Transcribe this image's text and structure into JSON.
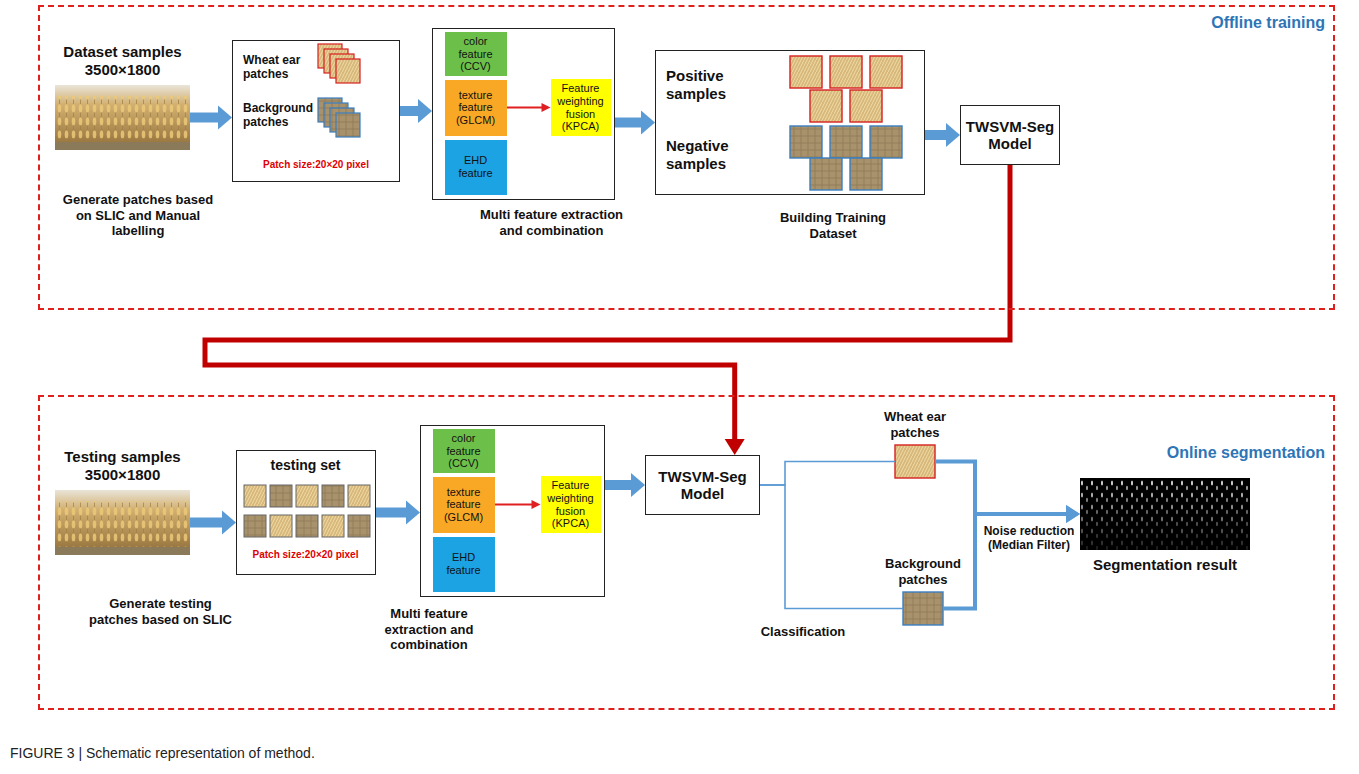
{
  "diagram": {
    "caption": "FIGURE 3 | Schematic representation of method.",
    "nodes": [
      {
        "text": [
          "Offline training"
        ]
      },
      {
        "text": [
          "Dataset samples 3500×1800"
        ],
        "in": 0
      },
      {
        "text": [
          "Wheat ear patches",
          "Background patches",
          "Patch size:20×20 pixel"
        ],
        "in": 0
      },
      {
        "text": [
          "Multi feature extraction and combination"
        ],
        "in": 0
      },
      {
        "text": [
          "color feature (CCV)"
        ],
        "in": 3
      },
      {
        "text": [
          "texture feature (GLCM)"
        ],
        "in": 3
      },
      {
        "text": [
          "EHD feature"
        ],
        "in": 3
      },
      {
        "text": [
          "Feature weighting fusion (KPCA)"
        ],
        "in": 3
      },
      {
        "text": [
          "Positive samples",
          "Negative samples"
        ],
        "in": 0
      },
      {
        "text": [
          "TWSVM-Seg Model"
        ],
        "in": 0
      },
      {
        "text": [
          "Online segmentation"
        ]
      },
      {
        "text": [
          "Testing samples 3500×1800"
        ],
        "in": 10
      },
      {
        "text": [
          "testing set",
          "Patch size:20×20 pixel"
        ],
        "in": 10
      },
      {
        "text": [
          "Multi feature extraction and combination"
        ],
        "in": 10
      },
      {
        "text": [
          "color feature (CCV)"
        ],
        "in": 13
      },
      {
        "text": [
          "texture feature (GLCM)"
        ],
        "in": 13
      },
      {
        "text": [
          "EHD feature"
        ],
        "in": 13
      },
      {
        "text": [
          "Feature weighting fusion (KPCA)"
        ],
        "in": 13
      },
      {
        "text": [
          "TWSVM-Seg Model"
        ],
        "in": 10
      },
      {
        "text": [
          "Wheat ear patches"
        ],
        "in": 10
      },
      {
        "text": [
          "Background patches"
        ],
        "in": 10
      },
      {
        "text": [
          "Segmentation result"
        ],
        "in": 10
      }
    ],
    "edges": [
      {
        "from": 1,
        "to": 2,
        "arrow": "to",
        "label": "Generate patches based on SLIC and Manual labelling"
      },
      {
        "from": 2,
        "to": 3,
        "arrow": "to"
      },
      {
        "from": 5,
        "to": 7,
        "arrow": "to"
      },
      {
        "from": 3,
        "to": 8,
        "arrow": "to",
        "label": "Building Training Dataset"
      },
      {
        "from": 8,
        "to": 9,
        "arrow": "to"
      },
      {
        "from": 9,
        "to": 18,
        "arrow": "to"
      },
      {
        "from": 11,
        "to": 12,
        "arrow": "to",
        "label": "Generate testing patches based on SLIC"
      },
      {
        "from": 12,
        "to": 13,
        "arrow": "to"
      },
      {
        "from": 15,
        "to": 17,
        "arrow": "to"
      },
      {
        "from": 13,
        "to": 18,
        "arrow": "to"
      },
      {
        "from": 18,
        "to": 19,
        "arrow": "none"
      },
      {
        "from": 18,
        "to": 20,
        "arrow": "none"
      },
      {
        "from": 19,
        "to": 21,
        "arrow": "to",
        "label": "Noise reduction (Median Filter)"
      },
      {
        "from": 20,
        "to": 21,
        "arrow": "to"
      }
    ],
    "labels": [
      "Classification"
    ]
  }
}
